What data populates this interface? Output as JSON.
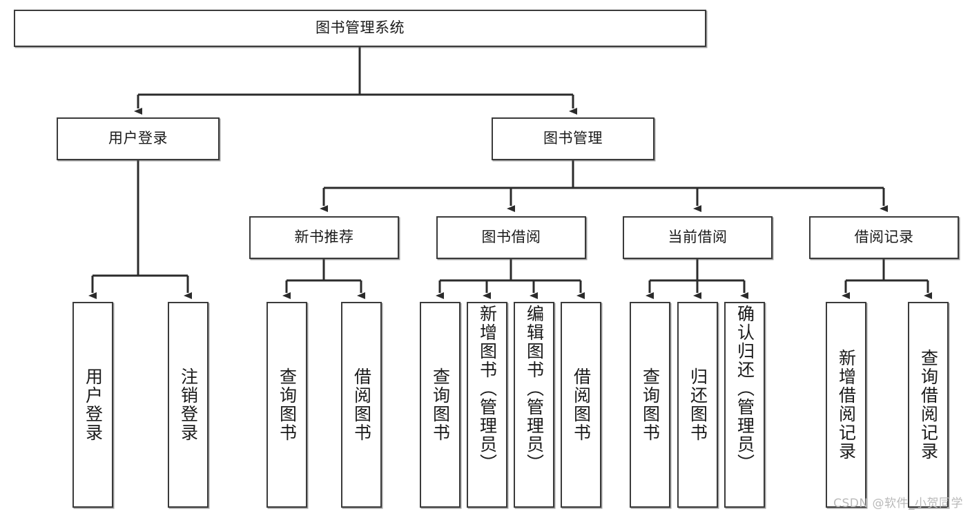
{
  "diagram": {
    "title": "图书管理系统",
    "type": "hierarchy-tree",
    "watermark": "CSDN @软件_小贺同学",
    "colors": {
      "box_border": "#3a3a3a",
      "box_fill": "#ffffff",
      "connector": "#2b2b2b",
      "text": "#1a1a1a",
      "watermark": "#b9b9b9"
    },
    "root": {
      "label": "图书管理系统"
    },
    "level2": [
      {
        "label": "用户登录"
      },
      {
        "label": "图书管理"
      }
    ],
    "level3": [
      {
        "label": "新书推荐"
      },
      {
        "label": "图书借阅"
      },
      {
        "label": "当前借阅"
      },
      {
        "label": "借阅记录"
      }
    ],
    "leaves": {
      "user_login": [
        {
          "label": "用户登录"
        },
        {
          "label": "注销登录"
        }
      ],
      "new_book": [
        {
          "label": "查询图书"
        },
        {
          "label": "借阅图书"
        }
      ],
      "book_borrow": [
        {
          "label": "查询图书"
        },
        {
          "label": "新增图书（管理员）"
        },
        {
          "label": "编辑图书（管理员）"
        },
        {
          "label": "借阅图书"
        }
      ],
      "current_borrow": [
        {
          "label": "查询图书"
        },
        {
          "label": "归还图书"
        },
        {
          "label": "确认归还（管理员）"
        }
      ],
      "borrow_record": [
        {
          "label": "新增借阅记录"
        },
        {
          "label": "查询借阅记录"
        }
      ]
    }
  }
}
